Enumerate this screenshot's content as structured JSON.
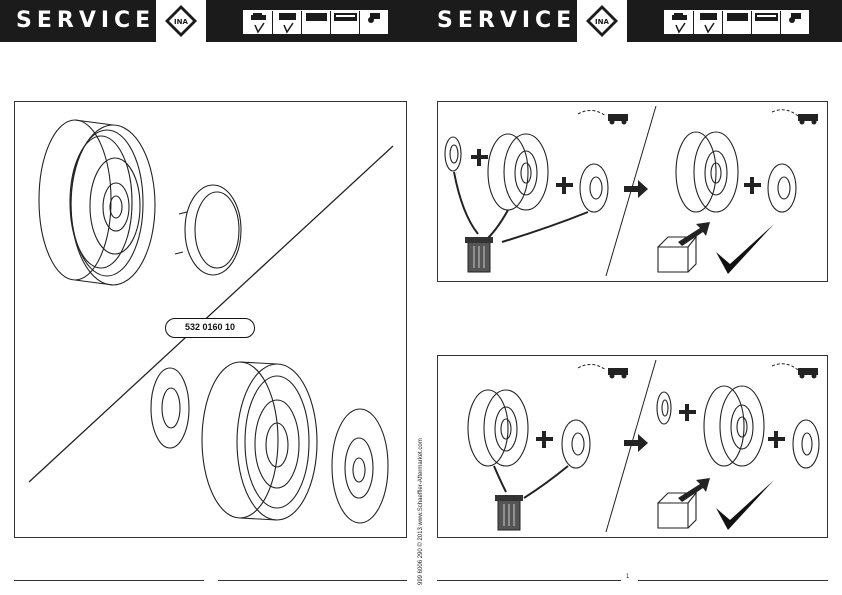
{
  "header": {
    "brand_left": "SERVICE",
    "brand_right": "SERVICE",
    "logo_text": "INA",
    "logo_icon": "ina-diamond-logo",
    "vehicle_icons": [
      "car-icon",
      "van-icon",
      "truck-icon",
      "bus-icon",
      "tractor-icon"
    ],
    "checked_vehicles": [
      "car",
      "van"
    ]
  },
  "main_panel": {
    "part_number": "532 0160 10"
  },
  "footer": {
    "copyright": "999 6006 290 © 2013 www.Schaeffler-Aftermarket.com",
    "page_number": "1"
  },
  "colors": {
    "header_background": "#1b1b1b",
    "line_art": "#222222"
  }
}
